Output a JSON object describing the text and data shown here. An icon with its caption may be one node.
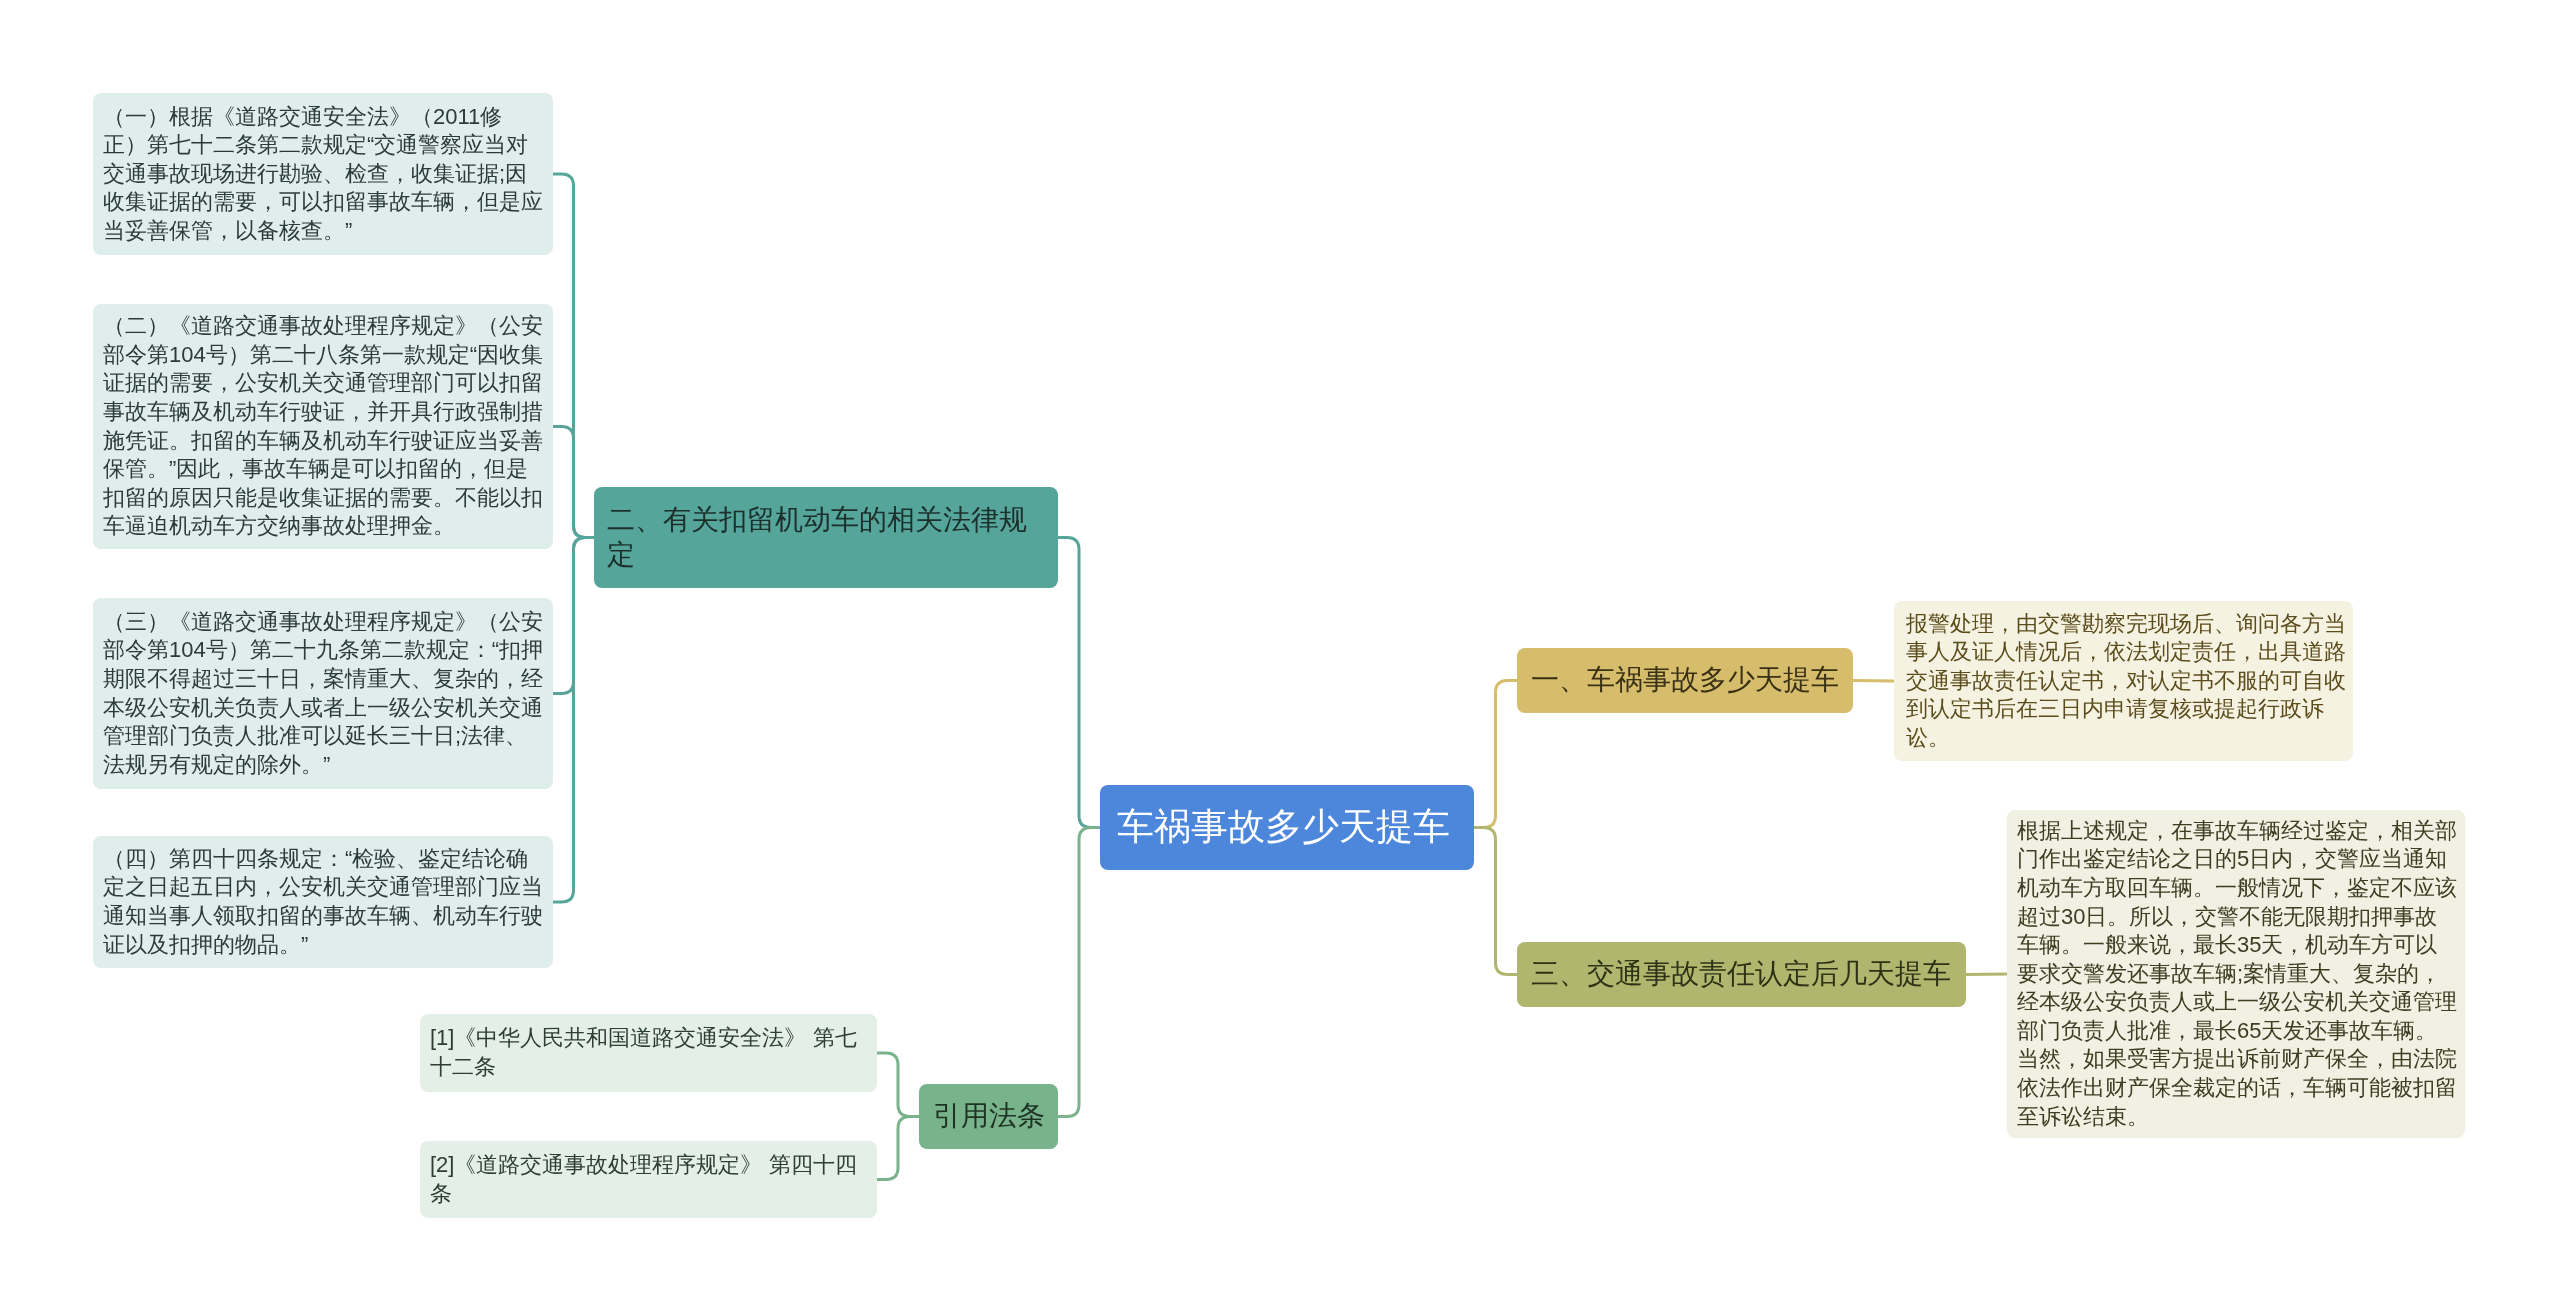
{
  "diagram": {
    "nodes": [
      {
        "text": [
          "车祸事故多少天提车"
        ]
      },
      {
        "text": [
          "二、有关扣留机动车的相关法律规定"
        ]
      },
      {
        "text": [
          "（一）根据《道路交通安全法》（2011修正）第七十二条第二款规定“交通警察应当对交通事故现场进行勘验、检查，收集证据;因收集证据的需要，可以扣留事故车辆，但是应当妥善保管，以备核查。”"
        ]
      },
      {
        "text": [
          "（二）《道路交通事故处理程序规定》（公安部令第104号）第二十八条第一款规定“因收集证据的需要，公安机关交通管理部门可以扣留事故车辆及机动车行驶证，并开具行政强制措施凭证。扣留的车辆及机动车行驶证应当妥善保管。”因此，事故车辆是可以扣留的，但是扣留的原因只能是收集证据的需要。不能以扣车逼迫机动车方交纳事故处理押金。"
        ]
      },
      {
        "text": [
          "（三）《道路交通事故处理程序规定》（公安部令第104号）第二十九条第二款规定：“扣押期限不得超过三十日，案情重大、复杂的，经本级公安机关负责人或者上一级公安机关交通管理部门负责人批准可以延长三十日;法律、法规另有规定的除外。”"
        ]
      },
      {
        "text": [
          "（四）第四十四条规定：“检验、鉴定结论确定之日起五日内，公安机关交通管理部门应当通知当事人领取扣留的事故车辆、机动车行驶证以及扣押的物品。”"
        ]
      },
      {
        "text": [
          "引用法条"
        ]
      },
      {
        "text": [
          "[1]《中华人民共和国道路交通安全法》 第七十二条"
        ]
      },
      {
        "text": [
          "[2]《道路交通事故处理程序规定》 第四十四条"
        ]
      },
      {
        "text": [
          "一、车祸事故多少天提车"
        ]
      },
      {
        "text": [
          "报警处理，由交警勘察完现场后、询问各方当事人及证人情况后，依法划定责任，出具道路交通事故责任认定书，对认定书不服的可自收到认定书后在三日内申请复核或提起行政诉讼。"
        ]
      },
      {
        "text": [
          "三、交通事故责任认定后几天提车"
        ]
      },
      {
        "text": [
          "根据上述规定，在事故车辆经过鉴定，相关部门作出鉴定结论之日的5日内，交警应当通知机动车方取回车辆。一般情况下，鉴定不应该超过30日。所以，交警不能无限期扣押事故车辆。一般来说，最长35天，机动车方可以要求交警发还事故车辆;案情重大、复杂的，经本级公安负责人或上一级公安机关交通管理部门负责人批准，最长65天发还事故车辆。当然，如果受害方提出诉前财产保全，由法院依法作出财产保全裁定的话，车辆可能被扣留至诉讼结束。"
        ]
      }
    ],
    "edges": [
      {
        "from": 0,
        "to": 1,
        "arrow": "none"
      },
      {
        "from": 1,
        "to": 2,
        "arrow": "none"
      },
      {
        "from": 1,
        "to": 3,
        "arrow": "none"
      },
      {
        "from": 1,
        "to": 4,
        "arrow": "none"
      },
      {
        "from": 1,
        "to": 5,
        "arrow": "none"
      },
      {
        "from": 0,
        "to": 6,
        "arrow": "none",
        "color": "#7ab38b"
      },
      {
        "from": 6,
        "to": 7,
        "arrow": "none",
        "color": "#7ab38b"
      },
      {
        "from": 6,
        "to": 8,
        "arrow": "none",
        "color": "#7ab38b"
      },
      {
        "from": 0,
        "to": 9,
        "arrow": "none",
        "color": "#d6bd6c"
      },
      {
        "from": 9,
        "to": 10,
        "arrow": "none",
        "color": "#d6bd6c"
      },
      {
        "from": 0,
        "to": 11,
        "arrow": "none",
        "color": "#b1b66f"
      },
      {
        "from": 11,
        "to": 12,
        "arrow": "none",
        "color": "#b1b66f"
      }
    ]
  }
}
